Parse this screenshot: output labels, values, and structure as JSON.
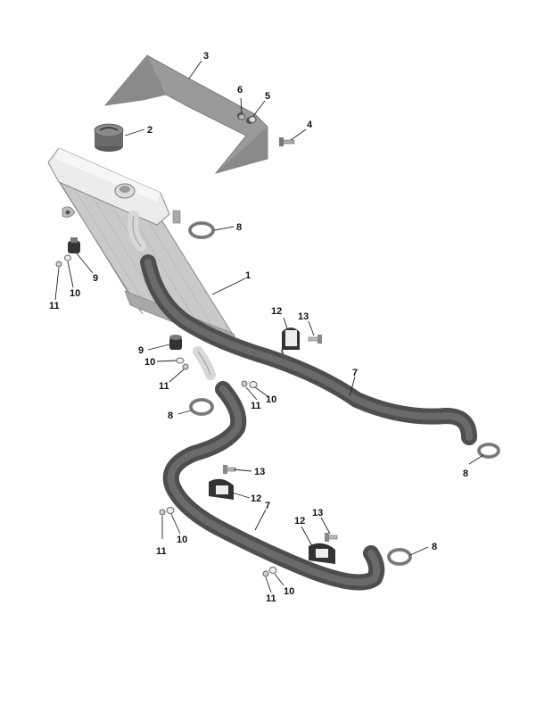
{
  "diagram": {
    "callouts": [
      "1",
      "2",
      "3",
      "4",
      "5",
      "6",
      "7",
      "8",
      "9",
      "10",
      "11",
      "12",
      "13"
    ],
    "colors": {
      "hose": "#5a5a5a",
      "hose_highlight": "#7a7a7a",
      "radiator": "#cfcfcf",
      "tank": "#e6e6e6",
      "bracket": "#9a9a9a",
      "clamp": "#8f8f8f",
      "fastener": "#b8b8b8",
      "label": "#111111"
    }
  }
}
